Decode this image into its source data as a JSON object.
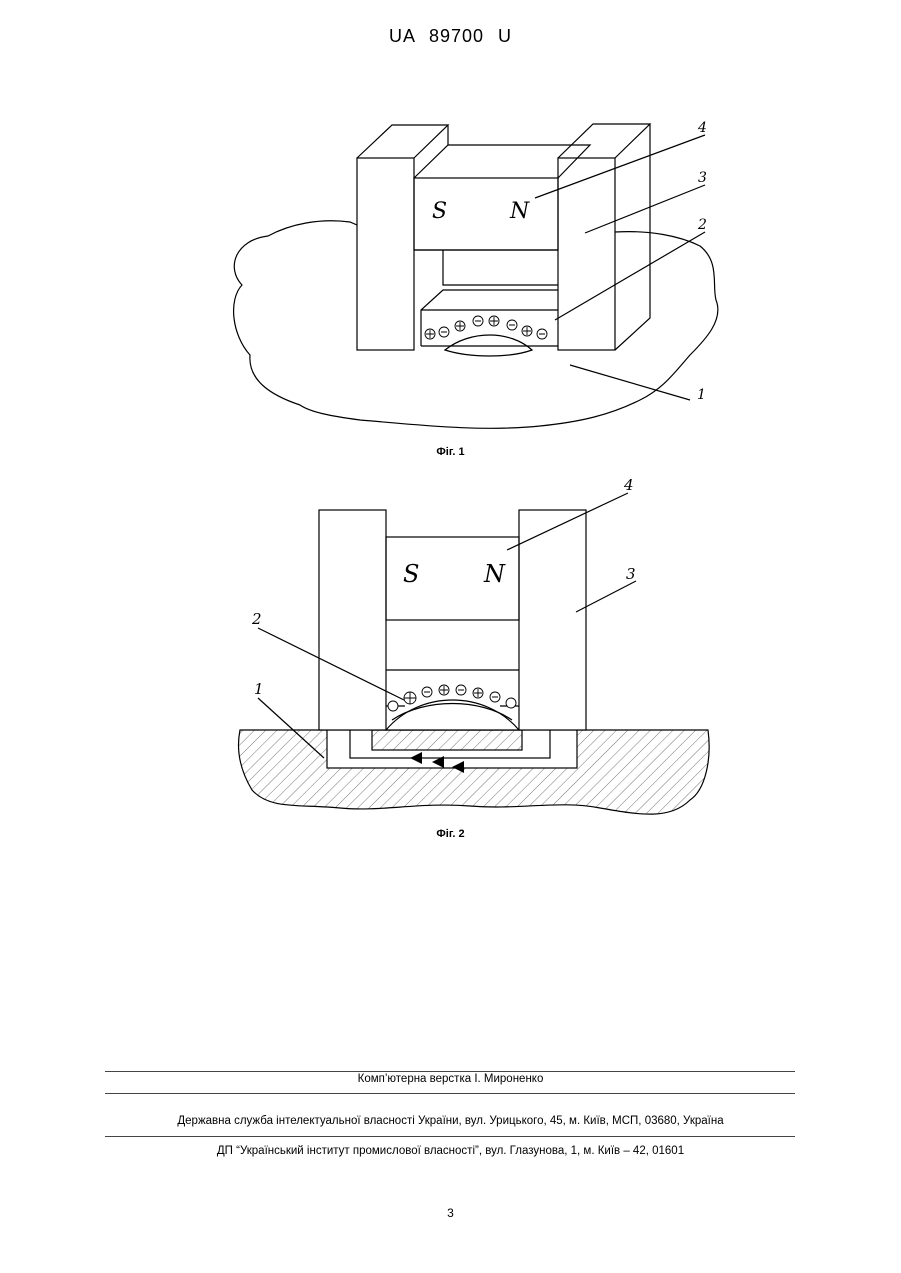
{
  "header": {
    "doc_number": "UA   89700   U"
  },
  "figure1": {
    "caption": "Фіг. 1",
    "pole_s": "S",
    "pole_n": "N",
    "labels": [
      "1",
      "2",
      "3",
      "4"
    ]
  },
  "figure2": {
    "caption": "Фіг. 2",
    "pole_s": "S",
    "pole_n": "N",
    "labels": [
      "1",
      "2",
      "3",
      "4"
    ]
  },
  "footer": {
    "typesetting": "Комп’ютерна верстка І. Мироненко",
    "agency": "Державна служба інтелектуальної власності України, вул. Урицького, 45, м. Київ, МСП, 03680, Україна",
    "institute": "ДП “Український інститут промислової власності”, вул. Глазунова, 1, м. Київ – 42, 01601"
  },
  "page_number": "3"
}
